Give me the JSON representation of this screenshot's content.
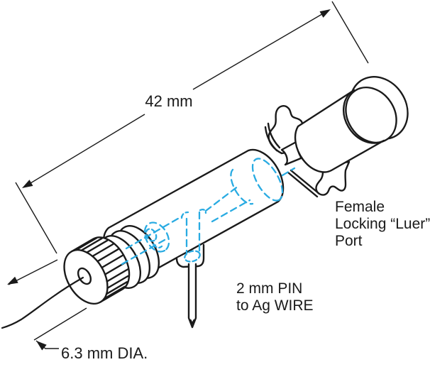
{
  "diagram": {
    "labels": {
      "length": "42 mm",
      "diameter": "6.3 mm DIA.",
      "pin_line1": "2 mm PIN",
      "pin_line2": "to Ag WIRE",
      "port_line1": "Female",
      "port_line2": "Locking “Luer”",
      "port_line3": "Port"
    },
    "colors": {
      "outline": "#1a1a1a",
      "hidden_line": "#29abe2",
      "background": "#ffffff"
    }
  }
}
